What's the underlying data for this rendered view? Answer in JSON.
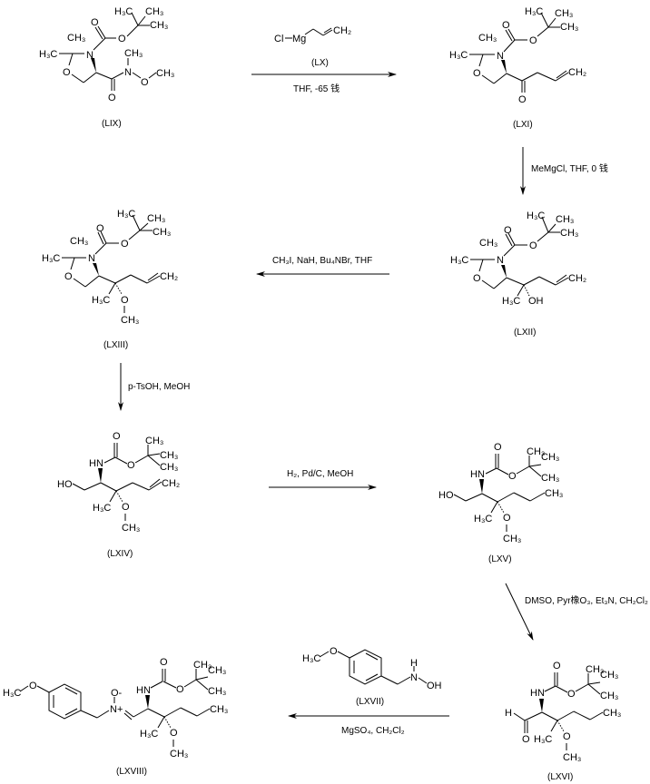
{
  "compounds": {
    "LIX": {
      "label": "(LIX)"
    },
    "LX": {
      "label": "(LX)"
    },
    "LXI": {
      "label": "(LXI)"
    },
    "LXII": {
      "label": "(LXII)"
    },
    "LXIII": {
      "label": "(LXIII)"
    },
    "LXIV": {
      "label": "(LXIV)"
    },
    "LXV": {
      "label": "(LXV)"
    },
    "LXVI": {
      "label": "(LXVI)"
    },
    "LXVII": {
      "label": "(LXVII)"
    },
    "LXVIII": {
      "label": "(LXVIII)"
    }
  },
  "atoms": {
    "H3C": "H₃C",
    "CH3": "CH₃",
    "CH2": "CH₂",
    "O": "O",
    "N": "N",
    "HN": "HN",
    "HO": "HO",
    "OH": "OH",
    "H": "H",
    "Cl": "Cl",
    "Mg": "Mg",
    "Nplus": "N+",
    "Ominus": "O-"
  },
  "steps": {
    "step1": {
      "conditions": "THF, -65 钱"
    },
    "step2": {
      "conditions": "MeMgCl, THF, 0 钱"
    },
    "step3": {
      "conditions": "CH₃I, NaH, Bu₄NBr, THF"
    },
    "step4": {
      "conditions": "p-TsOH, MeOH"
    },
    "step5": {
      "conditions": "H₂, Pd/C, MeOH"
    },
    "step6": {
      "conditions": "DMSO, Pyr橡O₃, Et₃N, CH₂Cl₂"
    },
    "step7": {
      "conditions": "MgSO₄, CH₂Cl₂"
    }
  },
  "colors": {
    "ink": "#000000",
    "background": "#ffffff"
  }
}
